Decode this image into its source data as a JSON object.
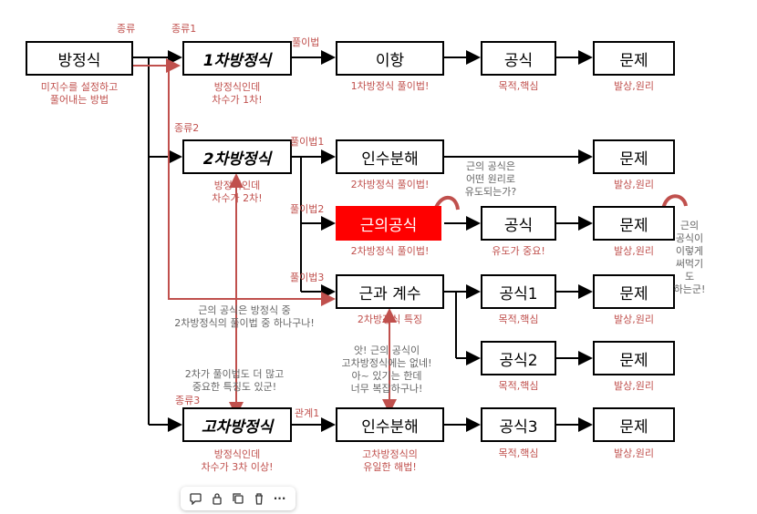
{
  "nodes": {
    "equation": "방정식",
    "linear": "1차방정식",
    "transpose": "이항",
    "formula_a": "공식",
    "problem_a": "문제",
    "quadratic": "2차방정식",
    "factorization_a": "인수분해",
    "problem_b": "문제",
    "root_formula": "근의공식",
    "formula_b": "공식",
    "problem_c": "문제",
    "roots_coeff": "근과 계수",
    "formula1": "공식1",
    "problem_d": "문제",
    "formula2": "공식2",
    "problem_e": "문제",
    "higher": "고차방정식",
    "factorization_b": "인수분해",
    "formula3": "공식3",
    "problem_f": "문제"
  },
  "edge_labels": {
    "type": "종류",
    "type1": "종류1",
    "type2": "종류2",
    "type3": "종류3",
    "solve": "풀이법",
    "solve1": "풀이법1",
    "solve2": "풀이법2",
    "solve3": "풀이법3",
    "relation1": "관계1"
  },
  "notes": {
    "equation_desc_1": "미지수를 설정하고",
    "equation_desc_2": "풀어내는 방법",
    "linear_desc_1": "방정식인데",
    "linear_desc_2": "차수가 1차!",
    "transpose_desc": "1차방정식 풀이법!",
    "purpose_core_1": "목적,핵심",
    "idea_1": "발상,원리",
    "quad_desc_1": "방정식인데",
    "quad_desc_2": "차수가 2차!",
    "fact_a_desc": "2차방정식 풀이법!",
    "idea_2": "발상,원리",
    "root_formula_desc": "2차방정식 풀이법!",
    "derivation_important": "유도가 중요!",
    "idea_3": "발상,원리",
    "roots_coeff_desc": "2차방정식 특징",
    "purpose_core_2": "목적,핵심",
    "idea_4": "발상,원리",
    "purpose_core_3": "목적,핵심",
    "idea_5": "발상,원리",
    "higher_desc_1": "방정식인데",
    "higher_desc_2": "차수가 3차 이상!",
    "fact_b_desc_1": "고차방정식의",
    "fact_b_desc_2": "유일한 해법!",
    "purpose_core_4": "목적,핵심",
    "idea_6": "발상,원리"
  },
  "comments": {
    "q_derive_1": "근의 공식은",
    "q_derive_2": "어떤 원리로",
    "q_derive_3": "유도되는가?",
    "side_1": "근의",
    "side_2": "공식이",
    "side_3": "이렇게",
    "side_4": "써먹기",
    "side_5": "도",
    "side_6": "하는군!",
    "root_one_of_1": "근의 공식은 방정식 중",
    "root_one_of_2": "2차방정식의 풀이법 중 하나구나!",
    "wow_1": "앗! 근의 공식이",
    "wow_2": "고차방정식에는 없네!",
    "wow_3": "아~ 있기는 한데",
    "wow_4": "너무 복잡하구나!",
    "more_1": "2차가 풀이법도 더 많고",
    "more_2": "중요한 특징도 있군!"
  },
  "toolbar": {
    "icons": [
      "comment-add-icon",
      "lock-icon",
      "duplicate-icon",
      "trash-icon",
      "more-icon"
    ],
    "more_label": "···"
  },
  "colors": {
    "line": "#000000",
    "accent": "#c0504d",
    "highlight": "#ff0000",
    "comment": "#666666"
  }
}
